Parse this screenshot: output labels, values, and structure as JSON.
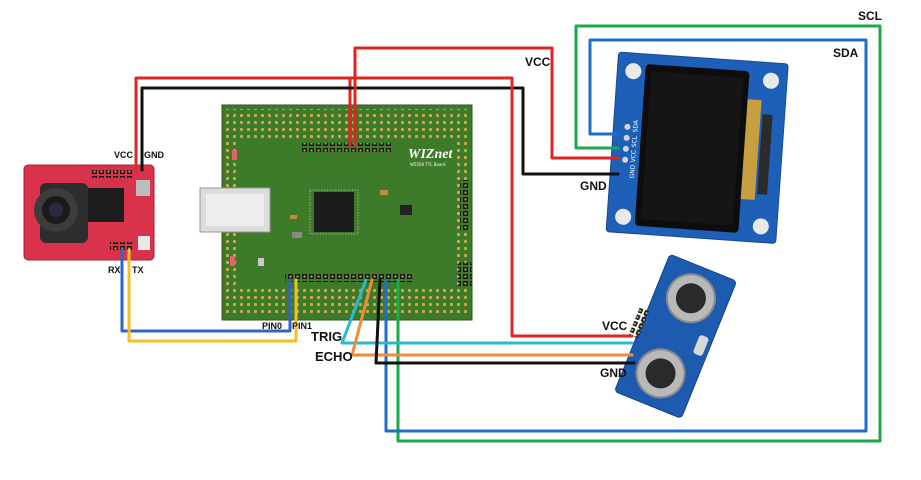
{
  "labels": {
    "cam_vcc": "VCC",
    "cam_gnd": "GND",
    "cam_rx": "RX",
    "cam_tx": "TX",
    "pin0": "PIN0",
    "pin1": "PIN1",
    "oled_vcc": "VCC",
    "oled_gnd": "GND",
    "scl": "SCL",
    "sda": "SDA",
    "us_vcc": "VCC",
    "us_trig": "TRIG",
    "us_echo": "ECHO",
    "us_gnd": "GND"
  },
  "board": {
    "brand": "WIZnet"
  },
  "oled_pins": [
    "GND",
    "VCC",
    "SCL",
    "SDA"
  ],
  "wire_colors": {
    "vcc": "#e02424",
    "gnd": "#111111",
    "scl": "#1aaa4a",
    "sda": "#1f6fc8",
    "rx": "#2e64c8",
    "tx": "#f6bf26",
    "trig": "#2ab8d6",
    "echo": "#f08a3c"
  }
}
